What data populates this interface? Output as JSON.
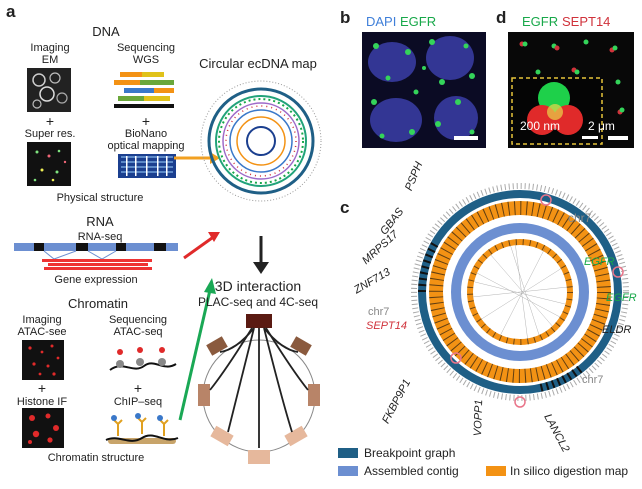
{
  "panels": {
    "a": "a",
    "b": "b",
    "c": "c",
    "d": "d"
  },
  "dna": {
    "title": "DNA",
    "imaging": "Imaging",
    "em": "EM",
    "sequencing": "Sequencing",
    "wgs": "WGS",
    "super_res": "Super res.",
    "bionano": "BioNano",
    "optical": "optical mapping",
    "structure": "Physical structure",
    "plus": "+"
  },
  "rna": {
    "title": "RNA",
    "seq": "RNA-seq",
    "expression": "Gene expression"
  },
  "chromatin": {
    "title": "Chromatin",
    "imaging": "Imaging",
    "atac_see": "ATAC-see",
    "sequencing": "Sequencing",
    "atac_seq": "ATAC-seq",
    "histone": "Histone IF",
    "chip": "ChIP–seq",
    "structure": "Chromatin structure",
    "plus": "+"
  },
  "circular": {
    "title": "Circular ecDNA map"
  },
  "interaction": {
    "title": "3D interaction",
    "subtitle": "PLAC-seq and 4C-seq"
  },
  "panel_b": {
    "dapi": "DAPI",
    "egfr": "EGFR"
  },
  "panel_d": {
    "egfr": "EGFR",
    "sept14": "SEPT14",
    "scale_inset": "200 nm",
    "scale_main": "2 μm"
  },
  "panel_c": {
    "labels": {
      "psph": "PSPH",
      "gbas": "GBAS",
      "mrps17": "MRPS17",
      "znf713": "ZNF713",
      "chr7_a": "chr7",
      "sept14": "SEPT14",
      "fkbp9p1": "FKBP9P1",
      "vopp1": "VOPP1",
      "lancl2": "LANCL2",
      "chr7_b": "chr7",
      "eldr": "ELDR",
      "egfr_a": "EGFR",
      "egfr_b": "EGFR",
      "chr7_c": "chr7"
    },
    "legend": {
      "breakpoint": "Breakpoint graph",
      "contig": "Assembled contig",
      "digestion": "In silico digestion map"
    }
  },
  "colors": {
    "breakpoint": "#1f5f86",
    "contig": "#6c8fd1",
    "digestion": "#f39214",
    "egfr_green": "#18a84a",
    "sept14_red": "#d0323b",
    "arrow_orange": "#f2a021",
    "arrow_red": "#e02a2a",
    "arrow_green": "#1aa855"
  }
}
